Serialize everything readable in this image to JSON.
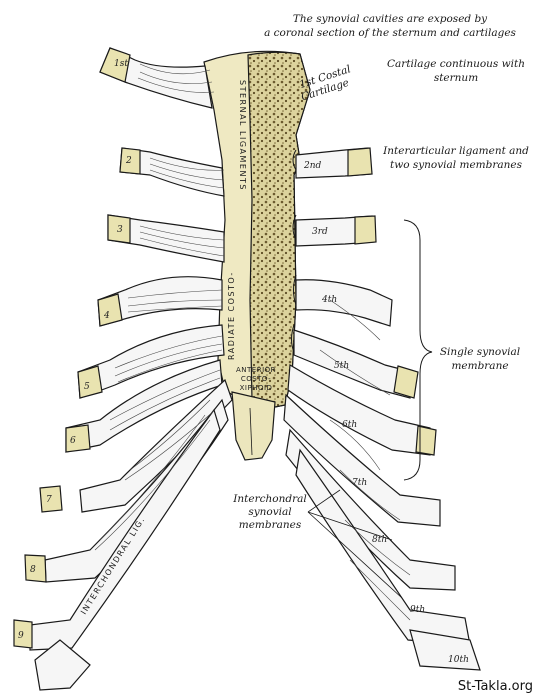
{
  "annotations": {
    "synovial_cavities_line1": "The synovial cavities are exposed by",
    "synovial_cavities_line2": "a coronal section of the sternum and cartilages",
    "cartilage_continuous_line1": "Cartilage continuous with",
    "cartilage_continuous_line2": "sternum",
    "interarticular_line1": "Interarticular ligament and",
    "interarticular_line2": "two synovial membranes",
    "single_synovial_line1": "Single synovial",
    "single_synovial_line2": "membrane",
    "interchondral_line1": "Interchondral",
    "interchondral_line2": "synovial",
    "interchondral_line3": "membranes",
    "first_costal_line1": "1st Costal",
    "first_costal_line2": "Cartilage"
  },
  "ligament_labels": {
    "sternal_ligaments": "STERNAL LIGAMENTS",
    "radiate": "RADIATE COSTO-",
    "anterior": "ANTERIOR",
    "costo": "COSTO-",
    "xiphoid": "XIPHOID",
    "interchondral_lig": "INTERCHONDRAL LIG."
  },
  "left_rib_numbers": [
    "1st",
    "2",
    "3",
    "4",
    "5",
    "6",
    "7",
    "8",
    "9"
  ],
  "right_rib_numbers": [
    "2nd",
    "3rd",
    "4th",
    "5th",
    "6th",
    "7th",
    "8th",
    "9th",
    "10th"
  ],
  "watermark": "St-Takla.org",
  "colors": {
    "cartilage": "#e9e3b0",
    "bone_marrow": "#d9d09a",
    "outline": "#1a1a1a"
  }
}
